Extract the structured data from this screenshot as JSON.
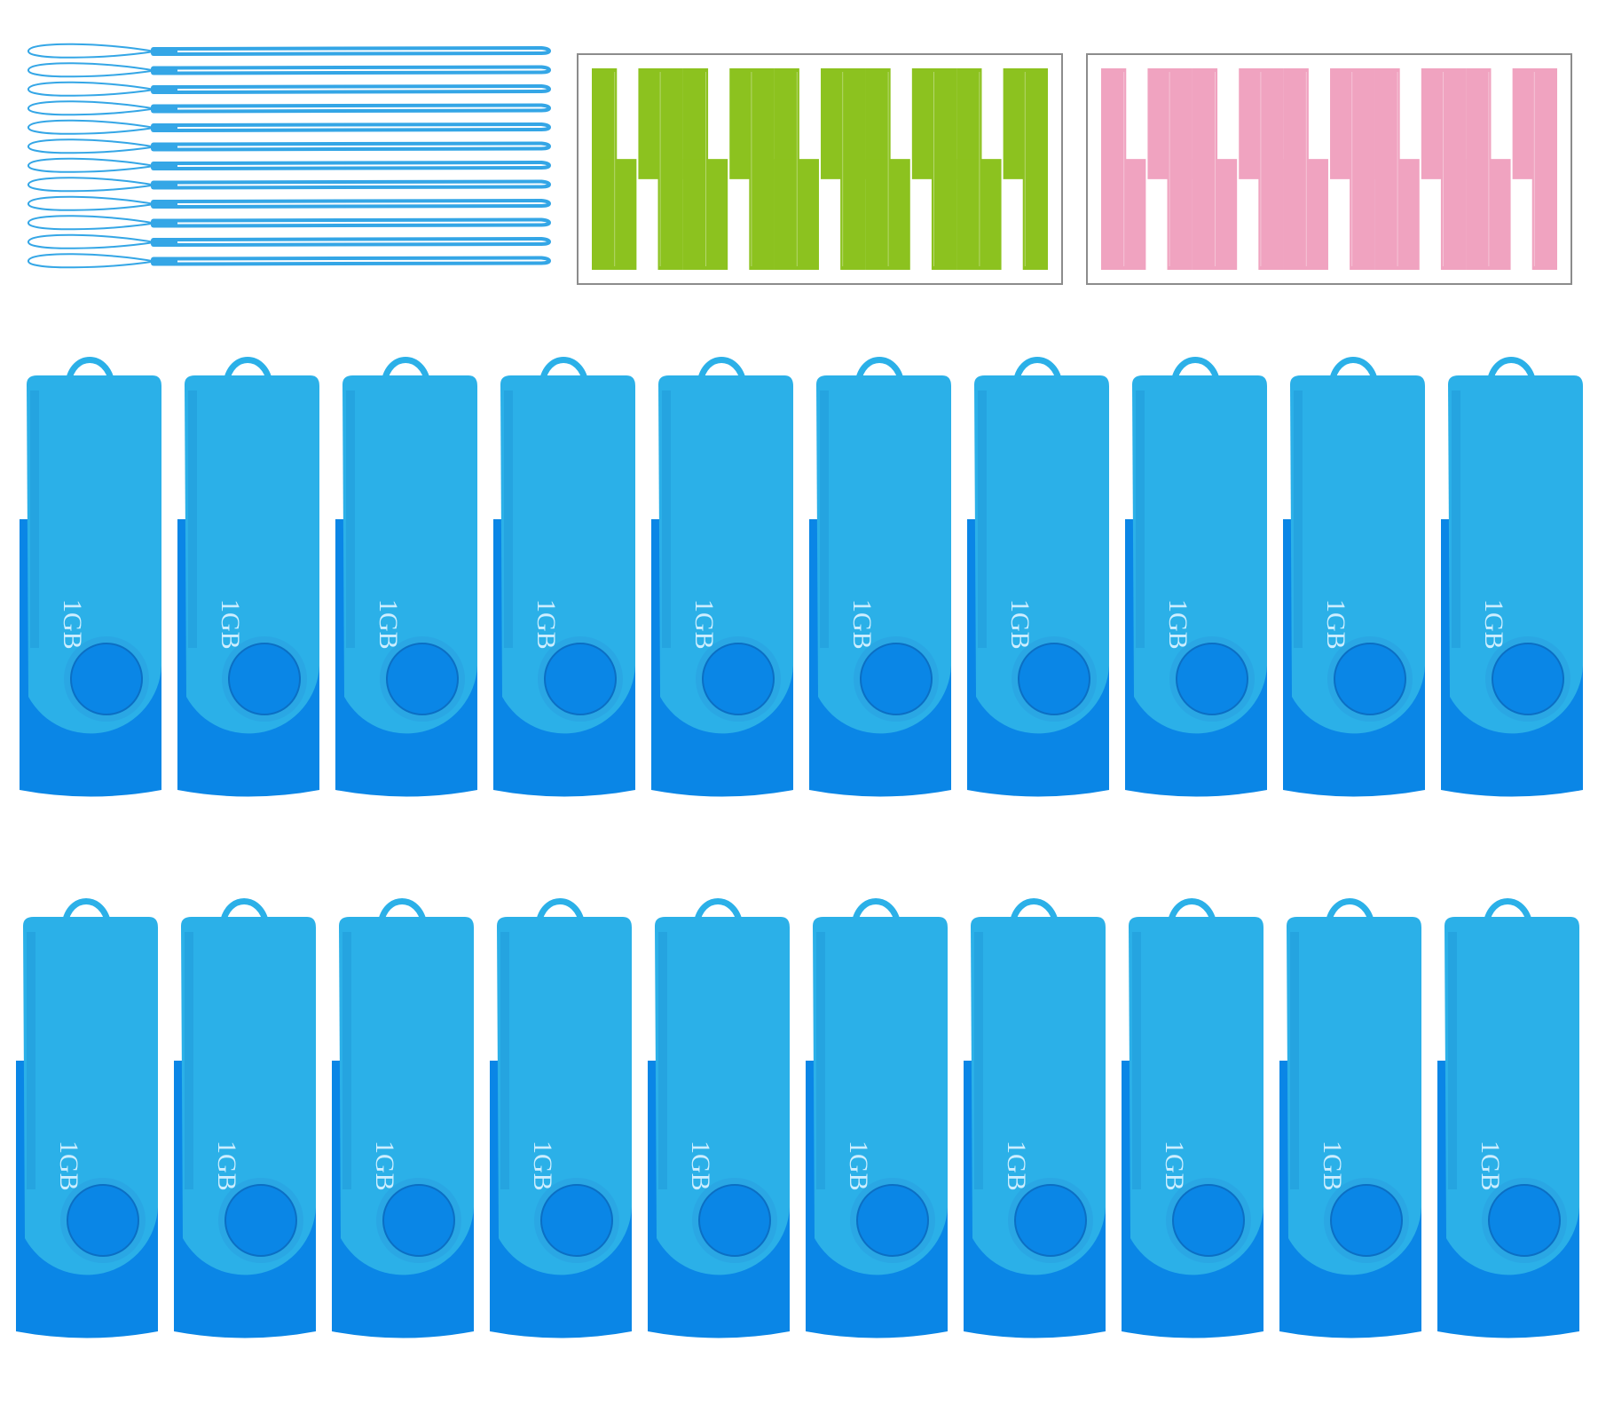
{
  "colors": {
    "background": "#ffffff",
    "lanyard": "#34a6e6",
    "sticker_green": "#8cc21f",
    "sticker_pink": "#f0a3c0",
    "sticker_border": "#8c8c8c",
    "swivel_cover": "#2bb0e8",
    "drive_body": "#0a86e6",
    "rivet": "#0a86e6"
  },
  "lanyards": {
    "count": 12,
    "icon": "lanyard-strap-icon"
  },
  "stickers": {
    "sheets": [
      {
        "color_key": "sticker_green",
        "label_count": 10
      },
      {
        "color_key": "sticker_pink",
        "label_count": 10
      }
    ]
  },
  "drives": {
    "rows": [
      {
        "capacity_labels": [
          "1GB",
          "1GB",
          "1GB",
          "1GB",
          "1GB",
          "1GB",
          "1GB",
          "1GB",
          "1GB",
          "1GB"
        ]
      },
      {
        "capacity_labels": [
          "1GB",
          "1GB",
          "1GB",
          "1GB",
          "1GB",
          "1GB",
          "1GB",
          "1GB",
          "1GB",
          "1GB"
        ]
      }
    ],
    "icon": "usb-flash-drive-icon"
  }
}
